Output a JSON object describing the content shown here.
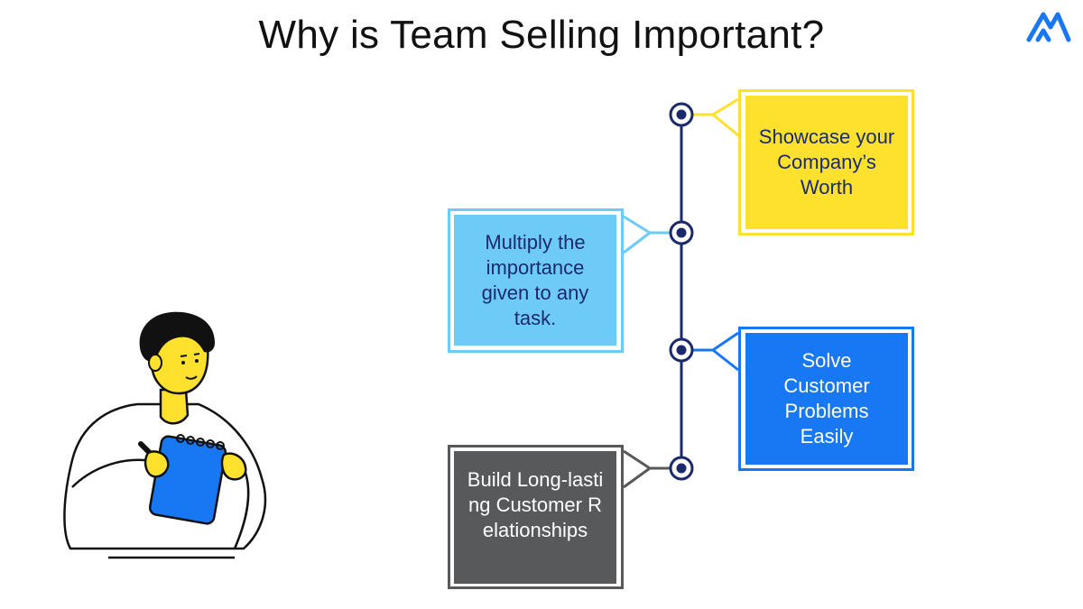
{
  "header": {
    "title": "Why is Team Selling Important?"
  },
  "logo": {
    "icon": "mountain-logo-icon",
    "color": "#1877f2"
  },
  "illustration": {
    "icon": "person-with-notepad-icon"
  },
  "timeline": {
    "line_color": "#1a2a6c",
    "items": [
      {
        "label": "Showcase your Company’s Worth",
        "color": "#fde12d",
        "text_color": "#1a2a6c"
      },
      {
        "label": "Multiply the importance given to any task.",
        "color": "#6ecbf7",
        "text_color": "#1a2a6c"
      },
      {
        "label": "Solve Customer Problems Easily",
        "color": "#1877f2",
        "text_color": "#ffffff"
      },
      {
        "label": "Build Long-lasting Customer Relationships",
        "color": "#58595b",
        "text_color": "#ffffff"
      }
    ]
  }
}
